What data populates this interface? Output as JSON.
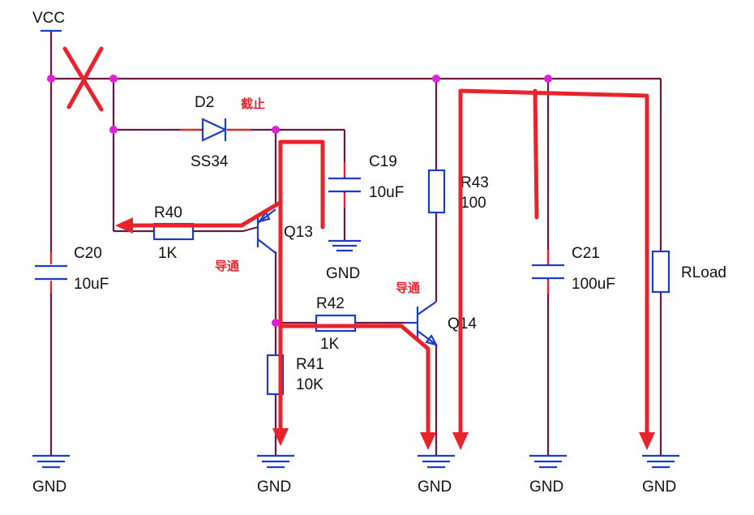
{
  "labels": {
    "vcc": "VCC",
    "gnd": "GND",
    "d2_ref": "D2",
    "d2_value": "SS34",
    "d2_state": "截止",
    "c19_ref": "C19",
    "c19_value": "10uF",
    "c20_ref": "C20",
    "c20_value": "10uF",
    "c21_ref": "C21",
    "c21_value": "100uF",
    "r40_ref": "R40",
    "r40_value": "1K",
    "r41_ref": "R41",
    "r41_value": "10K",
    "r42_ref": "R42",
    "r42_value": "1K",
    "r43_ref": "R43",
    "r43_value": "100",
    "q13_ref": "Q13",
    "q13_state": "导通",
    "q14_ref": "Q14",
    "q14_state": "导通",
    "rload": "RLoad"
  },
  "colors": {
    "wire": "#6b1540",
    "component": "#1a3cc8",
    "current_path": "#e8232b",
    "junction": "#e020d8",
    "annotation": "#e8232b"
  }
}
